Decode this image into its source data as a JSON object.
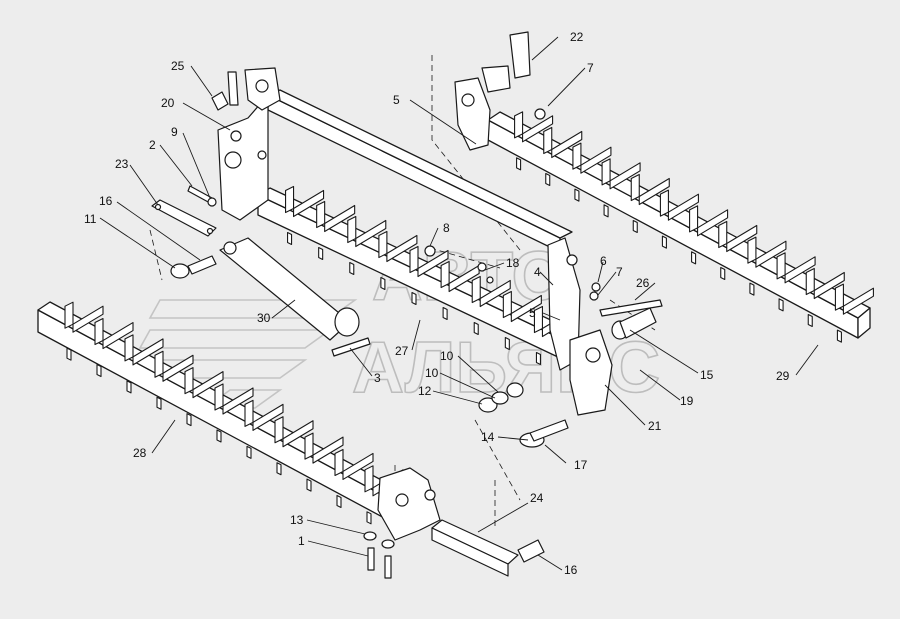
{
  "watermark": {
    "line1": "АВТО",
    "line2": "АЛЬЯНС"
  },
  "callouts": [
    {
      "id": "c25",
      "label": "25"
    },
    {
      "id": "c20",
      "label": "20"
    },
    {
      "id": "c9",
      "label": "9"
    },
    {
      "id": "c2",
      "label": "2"
    },
    {
      "id": "c23",
      "label": "23"
    },
    {
      "id": "c16a",
      "label": "16"
    },
    {
      "id": "c11",
      "label": "11"
    },
    {
      "id": "c30",
      "label": "30"
    },
    {
      "id": "c3",
      "label": "3"
    },
    {
      "id": "c27",
      "label": "27"
    },
    {
      "id": "c8",
      "label": "8"
    },
    {
      "id": "c18",
      "label": "18"
    },
    {
      "id": "c28",
      "label": "28"
    },
    {
      "id": "c13",
      "label": "13"
    },
    {
      "id": "c1",
      "label": "1"
    },
    {
      "id": "c24",
      "label": "24"
    },
    {
      "id": "c16b",
      "label": "16"
    },
    {
      "id": "c22",
      "label": "22"
    },
    {
      "id": "c7a",
      "label": "7"
    },
    {
      "id": "c5a",
      "label": "5"
    },
    {
      "id": "c4",
      "label": "4"
    },
    {
      "id": "c6",
      "label": "6"
    },
    {
      "id": "c7b",
      "label": "7"
    },
    {
      "id": "c26",
      "label": "26"
    },
    {
      "id": "c5b",
      "label": "5"
    },
    {
      "id": "c10a",
      "label": "10"
    },
    {
      "id": "c10b",
      "label": "10"
    },
    {
      "id": "c12",
      "label": "12"
    },
    {
      "id": "c14",
      "label": "14"
    },
    {
      "id": "c17",
      "label": "17"
    },
    {
      "id": "c21",
      "label": "21"
    },
    {
      "id": "c19",
      "label": "19"
    },
    {
      "id": "c15",
      "label": "15"
    },
    {
      "id": "c29",
      "label": "29"
    }
  ]
}
